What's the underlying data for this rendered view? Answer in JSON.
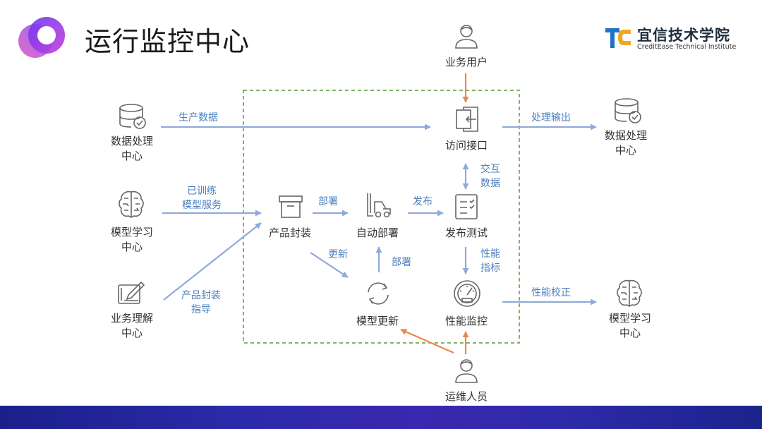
{
  "header": {
    "title": "运行监控中心",
    "brand_name_cn": "宜信技术学院",
    "brand_name_en": "CreditEase Technical Institute"
  },
  "colors": {
    "blue_arrow": "#8eaadb",
    "orange_arrow": "#e8884a",
    "boundary_dashed": "#5a9a3c",
    "icon_gray": "#666666",
    "edge_text": "#4a7fbf",
    "bottom_band": "#2a2aa8"
  },
  "nodes": {
    "data_center_left": {
      "label": "数据处理\n中心",
      "icon": "database-check-icon"
    },
    "model_center_left": {
      "label": "模型学习\n中心",
      "icon": "brain-icon"
    },
    "business_center": {
      "label": "业务理解\n中心",
      "icon": "tablet-pen-icon"
    },
    "business_user": {
      "label": "业务用户",
      "icon": "user-icon"
    },
    "access_interface": {
      "label": "访问接口",
      "icon": "login-icon"
    },
    "data_center_right": {
      "label": "数据处理\n中心",
      "icon": "database-check-icon"
    },
    "product_package": {
      "label": "产品封装",
      "icon": "box-icon"
    },
    "auto_deploy": {
      "label": "自动部署",
      "icon": "forklift-icon"
    },
    "release_test": {
      "label": "发布测试",
      "icon": "checklist-icon"
    },
    "model_update": {
      "label": "模型更新",
      "icon": "refresh-icon"
    },
    "perf_monitor": {
      "label": "性能监控",
      "icon": "gauge-icon"
    },
    "model_center_right": {
      "label": "模型学习\n中心",
      "icon": "brain-icon"
    },
    "ops_staff": {
      "label": "运维人员",
      "icon": "user-icon"
    }
  },
  "edges": {
    "production_data": "生产数据",
    "trained_model": "已训练\n模型服务",
    "package_guidance": "产品封装\n指导",
    "deploy_1": "部署",
    "publish": "发布",
    "interact_data": "交互\n数据",
    "process_output": "处理输出",
    "update": "更新",
    "deploy_2": "部署",
    "perf_metrics": "性能\n指标",
    "perf_calibration": "性能校正"
  }
}
